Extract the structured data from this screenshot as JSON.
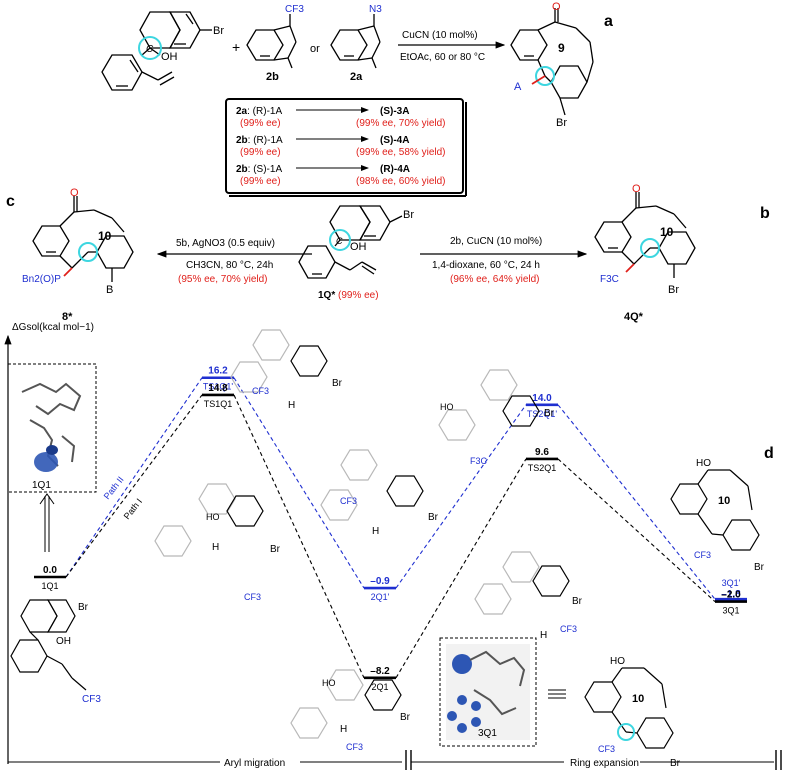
{
  "panels": {
    "a": "a",
    "b": "b",
    "c": "c",
    "d": "d"
  },
  "reaction_a": {
    "sm1_br": "Br",
    "sm1_oh": "OH",
    "sm1_c": "C",
    "plus": "+",
    "or": "or",
    "reagent_2b_label": "2b",
    "reagent_2b_cf3": "CF3",
    "reagent_2a_label": "2a",
    "reagent_2a_n3": "N3",
    "conditions_top": "CuCN (10 mol%)",
    "conditions_bottom": "EtOAc, 60 or 80 °C",
    "product_ring": "9",
    "product_A": "A",
    "product_br": "Br"
  },
  "results_box": [
    {
      "substrate_bold": "2a",
      "substrate_rest": ": (R)-1A",
      "ee": "(99% ee)",
      "product": "(S)-3A",
      "yield": "(99% ee, 70% yield)"
    },
    {
      "substrate_bold": "2b",
      "substrate_rest": ": (R)-1A",
      "ee": "(99% ee)",
      "product": "(S)-4A",
      "yield": "(99% ee, 58% yield)"
    },
    {
      "substrate_bold": "2b",
      "substrate_rest": ": (S)-1A",
      "ee": "(99% ee)",
      "product": "(R)-4A",
      "yield": "(98% ee, 60% yield)"
    }
  ],
  "reaction_c": {
    "conditions_top": "5b, AgNO3 (0.5 equiv)",
    "conditions_mid": "CH3CN, 80 °C, 24h",
    "yield": "(95% ee, 70% yield)",
    "product_label": "8*",
    "product_ring": "10",
    "product_sub": "Bn2(O)P",
    "product_B": "B"
  },
  "center_sm": {
    "label": "1Q*",
    "ee": "(99% ee)",
    "oh": "OH",
    "c": "C",
    "br": "Br"
  },
  "reaction_b": {
    "conditions_top": "2b, CuCN (10 mol%)",
    "conditions_mid": "1,4-dioxane, 60 °C, 24 h",
    "yield": "(96% ee, 64% yield)",
    "product_label": "4Q*",
    "product_ring": "10",
    "product_sub": "F3C",
    "product_br": "Br"
  },
  "energy_diagram": {
    "y_axis_label": "ΔGsol(kcal mol−1)",
    "x_labels": [
      "Aryl migration",
      "Ring expansion"
    ],
    "path_labels": [
      "Path II",
      "Path I"
    ],
    "states": [
      {
        "id": "1Q1",
        "label": "1Q1",
        "energy": 0.0,
        "energy_text": "0.0",
        "path": "common"
      },
      {
        "id": "TS1Q1p",
        "label": "TS1Q1'",
        "energy": 16.2,
        "energy_text": "16.2",
        "path": "II"
      },
      {
        "id": "TS1Q1",
        "label": "TS1Q1",
        "energy": 14.8,
        "energy_text": "14.8",
        "path": "I"
      },
      {
        "id": "2Q1p",
        "label": "2Q1'",
        "energy": -0.9,
        "energy_text": "–0.9",
        "path": "II"
      },
      {
        "id": "2Q1",
        "label": "2Q1",
        "energy": -8.2,
        "energy_text": "–8.2",
        "path": "I"
      },
      {
        "id": "TS2Q1p",
        "label": "TS2Q1'",
        "energy": 14.0,
        "energy_text": "14.0",
        "path": "II"
      },
      {
        "id": "TS2Q1",
        "label": "TS2Q1",
        "energy": 9.6,
        "energy_text": "9.6",
        "path": "I"
      },
      {
        "id": "3Q1p",
        "label": "3Q1'",
        "energy": -1.8,
        "energy_text": "–1.8",
        "path": "II"
      },
      {
        "id": "3Q1",
        "label": "3Q1",
        "energy": -2.0,
        "energy_text": "–2.0",
        "path": "I"
      }
    ],
    "inset_left_label": "1Q1",
    "inset_right_label": "3Q1",
    "struct_labels": {
      "br": "Br",
      "cf3": "CF3",
      "f3c": "F3C",
      "ho": "HO",
      "oh": "OH",
      "h": "H",
      "ring10": "10"
    }
  },
  "colors": {
    "path_I": "#000000",
    "path_II": "#1f2fd0",
    "red": "#e0201b",
    "cyan": "#3dd6e0",
    "gray": "#b8b8b8"
  }
}
